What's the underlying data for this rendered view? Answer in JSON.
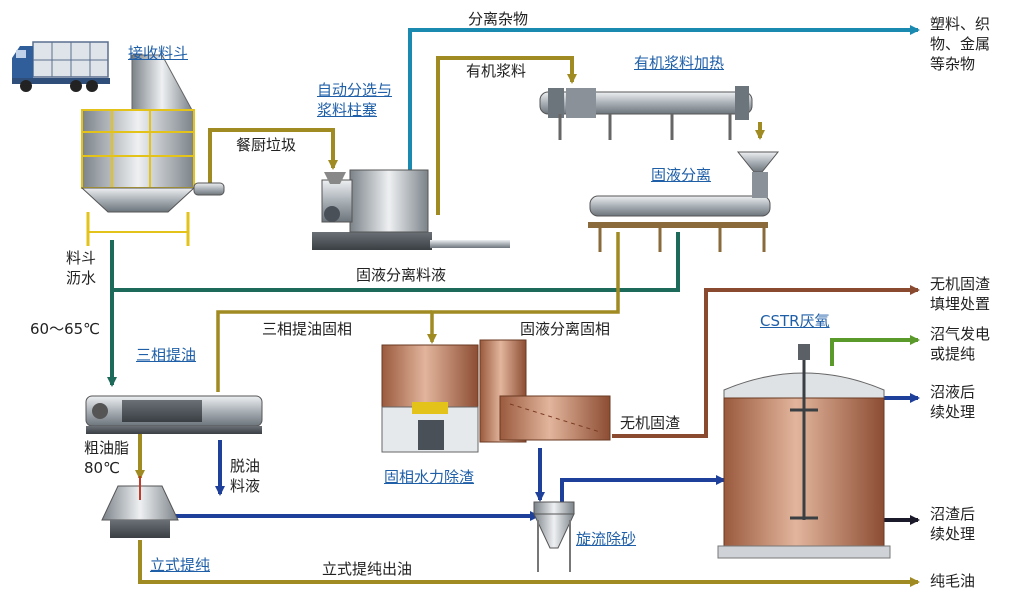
{
  "diagram": {
    "equipment": {
      "receiving_hopper": "接收料斗",
      "auto_sorting": "自动分选与\n浆料柱塞",
      "heating": "有机浆料加热",
      "solid_liquid_sep": "固液分离",
      "three_phase_oil": "三相提油",
      "hydraulic_slag": "固相水力除渣",
      "cstr": "CSTR厌氧",
      "cyclone": "旋流除砂",
      "vertical_purify": "立式提纯"
    },
    "streams": {
      "impurities": "分离杂物",
      "kitchen_waste": "餐厨垃圾",
      "organic_slurry": "有机浆料",
      "sl_liquid": "固液分离料液",
      "hopper_drain": "料斗\n沥水",
      "temp_60_65": "60～65℃",
      "three_phase_solid": "三相提油固相",
      "sl_solid": "固液分离固相",
      "inorganic_slag": "无机固渣",
      "crude_grease": "粗油脂\n80℃",
      "deoiled_liquid": "脱油\n料液",
      "vertical_oil": "立式提纯出油"
    },
    "outputs": {
      "plastics": "塑料、织\n物、金属\n等杂物",
      "landfill": "无机固渣\n填埋处置",
      "biogas": "沼气发电\n或提纯",
      "digestate_liquid": "沼液后\n续处理",
      "digestate_residue": "沼渣后\n续处理",
      "pure_oil": "纯毛油"
    }
  },
  "colors": {
    "blue_line": "#1b8ab0",
    "olive_line": "#a08a22",
    "green_line": "#1d6a5a",
    "brown_line": "#8a4a30",
    "navy_line": "#1e3f9a",
    "green_out": "#5a9a2a",
    "black_line": "#1a1a2a",
    "label_blue": "#1f5fa8"
  }
}
